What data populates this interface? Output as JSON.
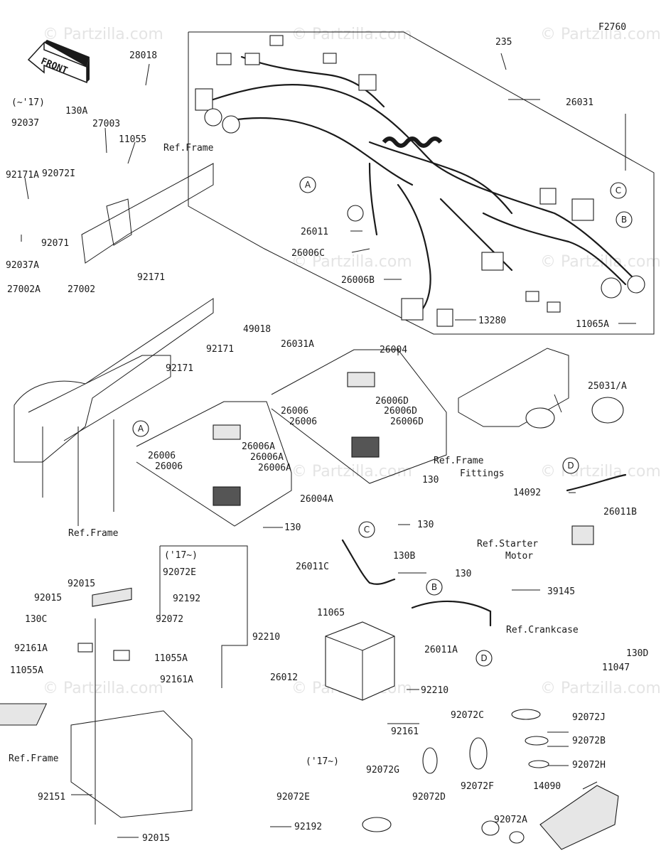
{
  "diagram": {
    "figure_code": "F2760",
    "front_label": "FRONT",
    "watermark": "© Partzilla.com",
    "parts": [
      {
        "id": "p-235",
        "text": "235"
      },
      {
        "id": "p-26031",
        "text": "26031"
      },
      {
        "id": "p-28018",
        "text": "28018"
      },
      {
        "id": "p-17range",
        "text": "(~'17)"
      },
      {
        "id": "p-92037",
        "text": "92037"
      },
      {
        "id": "p-130A",
        "text": "130A"
      },
      {
        "id": "p-27003",
        "text": "27003"
      },
      {
        "id": "p-11055",
        "text": "11055"
      },
      {
        "id": "p-ref-frame-1",
        "text": "Ref.Frame"
      },
      {
        "id": "p-92171A",
        "text": "92171A"
      },
      {
        "id": "p-92072I",
        "text": "92072I"
      },
      {
        "id": "p-92071",
        "text": "92071"
      },
      {
        "id": "p-92037A",
        "text": "92037A"
      },
      {
        "id": "p-92171-1",
        "text": "92171"
      },
      {
        "id": "p-26011",
        "text": "26011"
      },
      {
        "id": "p-26006C",
        "text": "26006C"
      },
      {
        "id": "p-26006B",
        "text": "26006B"
      },
      {
        "id": "p-13280",
        "text": "13280"
      },
      {
        "id": "p-11065A",
        "text": "11065A"
      },
      {
        "id": "p-27002A",
        "text": "27002A"
      },
      {
        "id": "p-27002",
        "text": "27002"
      },
      {
        "id": "p-49018",
        "text": "49018"
      },
      {
        "id": "p-92171-2",
        "text": "92171"
      },
      {
        "id": "p-26031A",
        "text": "26031A"
      },
      {
        "id": "p-92171-3",
        "text": "92171"
      },
      {
        "id": "p-26004",
        "text": "26004"
      },
      {
        "id": "p-26006D-1",
        "text": "26006D"
      },
      {
        "id": "p-26006-1",
        "text": "26006"
      },
      {
        "id": "p-26006D-2",
        "text": "26006D"
      },
      {
        "id": "p-26006-2",
        "text": "26006"
      },
      {
        "id": "p-26006D-3",
        "text": "26006D"
      },
      {
        "id": "p-25031A",
        "text": "25031/A"
      },
      {
        "id": "p-ref-frame-fittings-1",
        "text": "Ref.Frame"
      },
      {
        "id": "p-ref-frame-fittings-2",
        "text": "Fittings"
      },
      {
        "id": "p-26006A-1",
        "text": "26006A"
      },
      {
        "id": "p-26006-3",
        "text": "26006"
      },
      {
        "id": "p-26006A-2",
        "text": "26006A"
      },
      {
        "id": "p-26006-4",
        "text": "26006"
      },
      {
        "id": "p-26006A-3",
        "text": "26006A"
      },
      {
        "id": "p-130-1",
        "text": "130"
      },
      {
        "id": "p-26004A",
        "text": "26004A"
      },
      {
        "id": "p-14092",
        "text": "14092"
      },
      {
        "id": "p-26011B",
        "text": "26011B"
      },
      {
        "id": "p-ref-frame-2",
        "text": "Ref.Frame"
      },
      {
        "id": "p-130-2",
        "text": "130"
      },
      {
        "id": "p-130-3",
        "text": "130"
      },
      {
        "id": "p-ref-starter-1",
        "text": "Ref.Starter"
      },
      {
        "id": "p-ref-starter-2",
        "text": "Motor"
      },
      {
        "id": "p-17later-1",
        "text": "('17~)"
      },
      {
        "id": "p-92072E-1",
        "text": "92072E"
      },
      {
        "id": "p-26011C",
        "text": "26011C"
      },
      {
        "id": "p-130B",
        "text": "130B"
      },
      {
        "id": "p-92015-1",
        "text": "92015"
      },
      {
        "id": "p-92015-2",
        "text": "92015"
      },
      {
        "id": "p-92192-1",
        "text": "92192"
      },
      {
        "id": "p-130-4",
        "text": "130"
      },
      {
        "id": "p-39145",
        "text": "39145"
      },
      {
        "id": "p-130C",
        "text": "130C"
      },
      {
        "id": "p-92072",
        "text": "92072"
      },
      {
        "id": "p-11065",
        "text": "11065"
      },
      {
        "id": "p-ref-crankcase",
        "text": "Ref.Crankcase"
      },
      {
        "id": "p-92161A-1",
        "text": "92161A"
      },
      {
        "id": "p-11055A-1",
        "text": "11055A"
      },
      {
        "id": "p-92210-1",
        "text": "92210"
      },
      {
        "id": "p-26011A",
        "text": "26011A"
      },
      {
        "id": "p-130D",
        "text": "130D"
      },
      {
        "id": "p-11055A-2",
        "text": "11055A"
      },
      {
        "id": "p-26012",
        "text": "26012"
      },
      {
        "id": "p-11047",
        "text": "11047"
      },
      {
        "id": "p-92161A-2",
        "text": "92161A"
      },
      {
        "id": "p-92210-2",
        "text": "92210"
      },
      {
        "id": "p-92072C",
        "text": "92072C"
      },
      {
        "id": "p-92072J",
        "text": "92072J"
      },
      {
        "id": "p-92161",
        "text": "92161"
      },
      {
        "id": "p-92072B",
        "text": "92072B"
      },
      {
        "id": "p-ref-frame-3",
        "text": "Ref.Frame"
      },
      {
        "id": "p-17later-2",
        "text": "('17~)"
      },
      {
        "id": "p-92072G",
        "text": "92072G"
      },
      {
        "id": "p-92072H",
        "text": "92072H"
      },
      {
        "id": "p-92072D",
        "text": "92072D"
      },
      {
        "id": "p-92072E-2",
        "text": "92072E"
      },
      {
        "id": "p-92072F",
        "text": "92072F"
      },
      {
        "id": "p-14090",
        "text": "14090"
      },
      {
        "id": "p-92151",
        "text": "92151"
      },
      {
        "id": "p-92192-2",
        "text": "92192"
      },
      {
        "id": "p-92015-3",
        "text": "92015"
      },
      {
        "id": "p-92072A",
        "text": "92072A"
      }
    ],
    "callouts": [
      {
        "id": "c-A-1",
        "letter": "A"
      },
      {
        "id": "c-C-1",
        "letter": "C"
      },
      {
        "id": "c-B-1",
        "letter": "B"
      },
      {
        "id": "c-A-2",
        "letter": "A"
      },
      {
        "id": "c-D-1",
        "letter": "D"
      },
      {
        "id": "c-C-2",
        "letter": "C"
      },
      {
        "id": "c-B-2",
        "letter": "B"
      },
      {
        "id": "c-D-2",
        "letter": "D"
      }
    ]
  }
}
